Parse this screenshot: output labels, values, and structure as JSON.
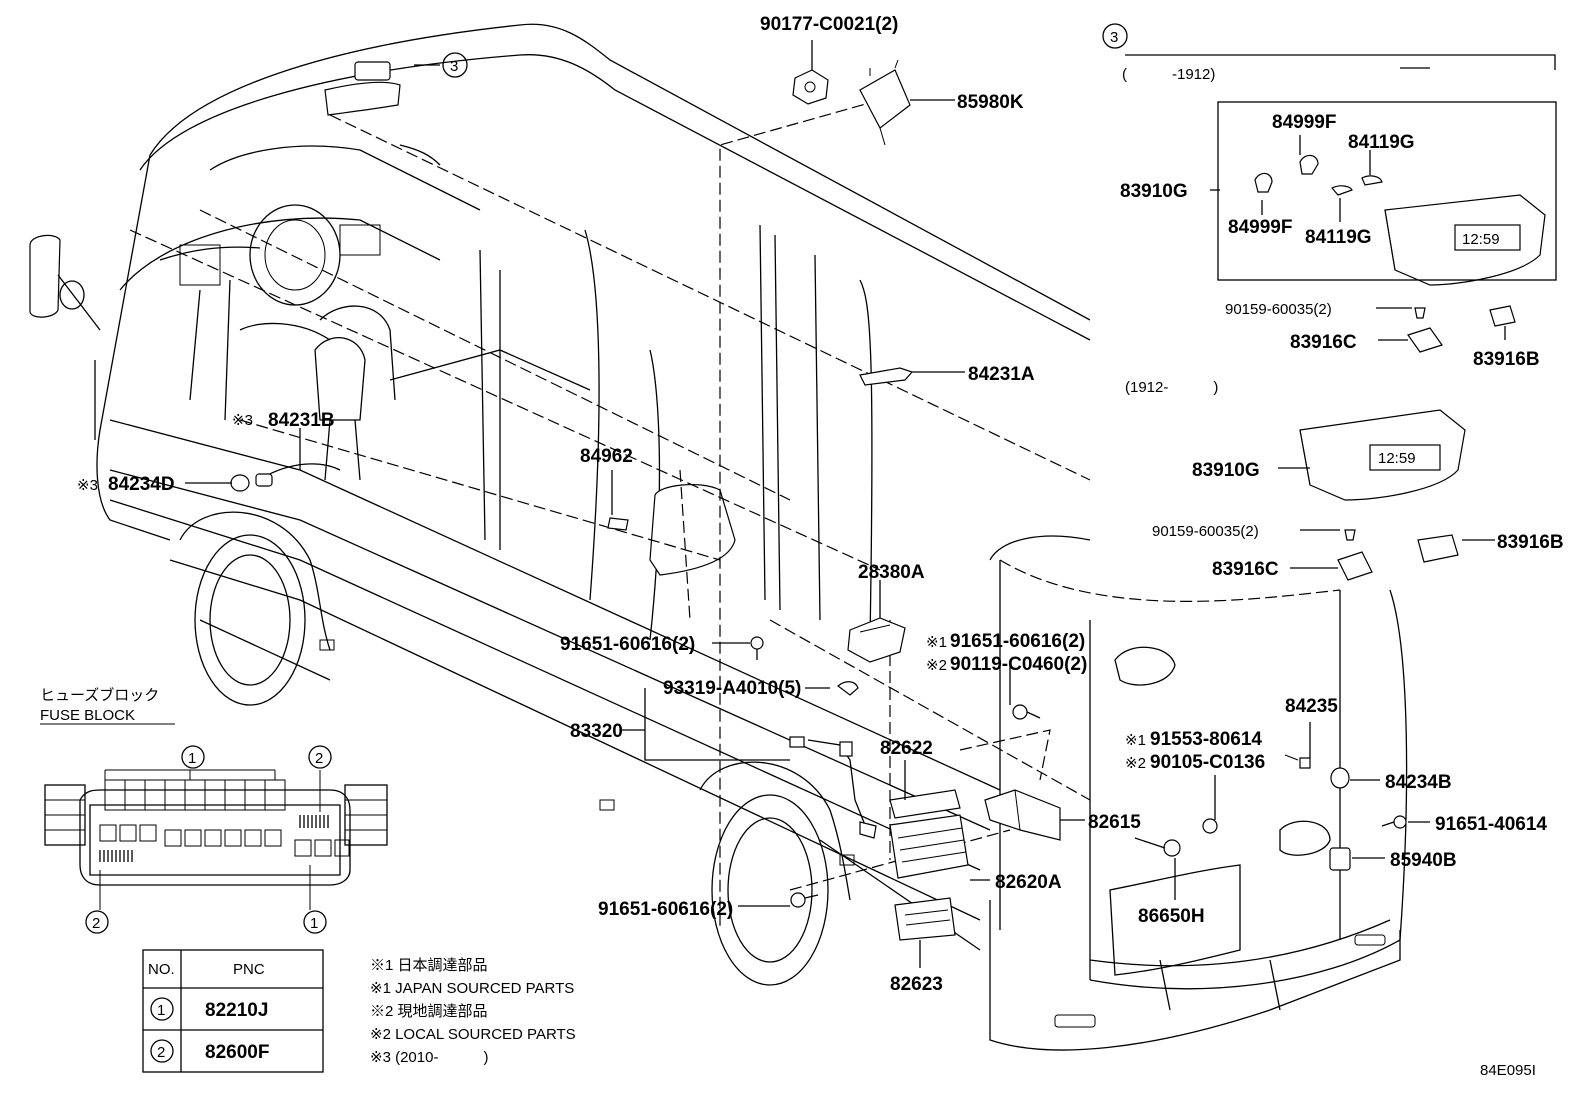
{
  "diagram_id": "84E095I",
  "callouts": {
    "top_clip": "90177-C0021(2)",
    "module_top": "85980K",
    "sensor_pillar": "84231A",
    "sensor_b": "84231B",
    "note_mark_3a": "※3",
    "switch_d": "84234D",
    "note_mark_3b": "※3",
    "part_84962": "84962",
    "part_28380A": "28380A",
    "bolt_left": "91651-60616(2)",
    "bolt_mid_1": "91651-60616(2)",
    "bolt_mid_2": "90119-C0460(2)",
    "bolt_mid_1_mark": "※1",
    "bolt_mid_2_mark": "※2",
    "clip_93319": "93319-A4010(5)",
    "wire_83320": "83320",
    "part_82622": "82622",
    "part_82615": "82615",
    "part_82620A": "82620A",
    "bolt_bottom": "91651-60616(2)",
    "part_82623": "82623",
    "part_84235": "84235",
    "bolt_r1": "91553-80614",
    "bolt_r2": "90105-C0136",
    "bolt_r1_mark": "※1",
    "bolt_r2_mark": "※2",
    "switch_b": "84234B",
    "bolt_91651_40614": "91651-40614",
    "relay_85940B": "85940B",
    "part_86650H": "86650H"
  },
  "inset": {
    "ref_num": "3",
    "range_a": "(　　　-1912)",
    "range_b": "(1912-　　　)",
    "a": {
      "clock": "83910G",
      "bulb_socket_1": "84999F",
      "bulb_socket_2": "84999F",
      "bulb_1": "84119G",
      "bulb_2": "84119G",
      "screw": "90159-60035(2)",
      "bracket_c": "83916C",
      "bracket_b": "83916B",
      "display_text": "12:59"
    },
    "b": {
      "clock": "83910G",
      "screw": "90159-60035(2)",
      "bracket_c": "83916C",
      "bracket_b": "83916B",
      "display_text": "12:59"
    }
  },
  "mirror_ref": "3",
  "fuse_block": {
    "title_jp": "ヒューズブロック",
    "title_en": "FUSE BLOCK",
    "marker_1": "1",
    "marker_2": "2"
  },
  "pnc_table": {
    "headers": [
      "NO.",
      "PNC"
    ],
    "rows": [
      {
        "no": "1",
        "pnc": "82210J"
      },
      {
        "no": "2",
        "pnc": "82600F"
      }
    ]
  },
  "notes": [
    "※1 日本調達部品",
    "※1 JAPAN SOURCED PARTS",
    "※2 現地調達部品",
    "※2 LOCAL SOURCED PARTS",
    "※3 (2010-　　　)"
  ]
}
